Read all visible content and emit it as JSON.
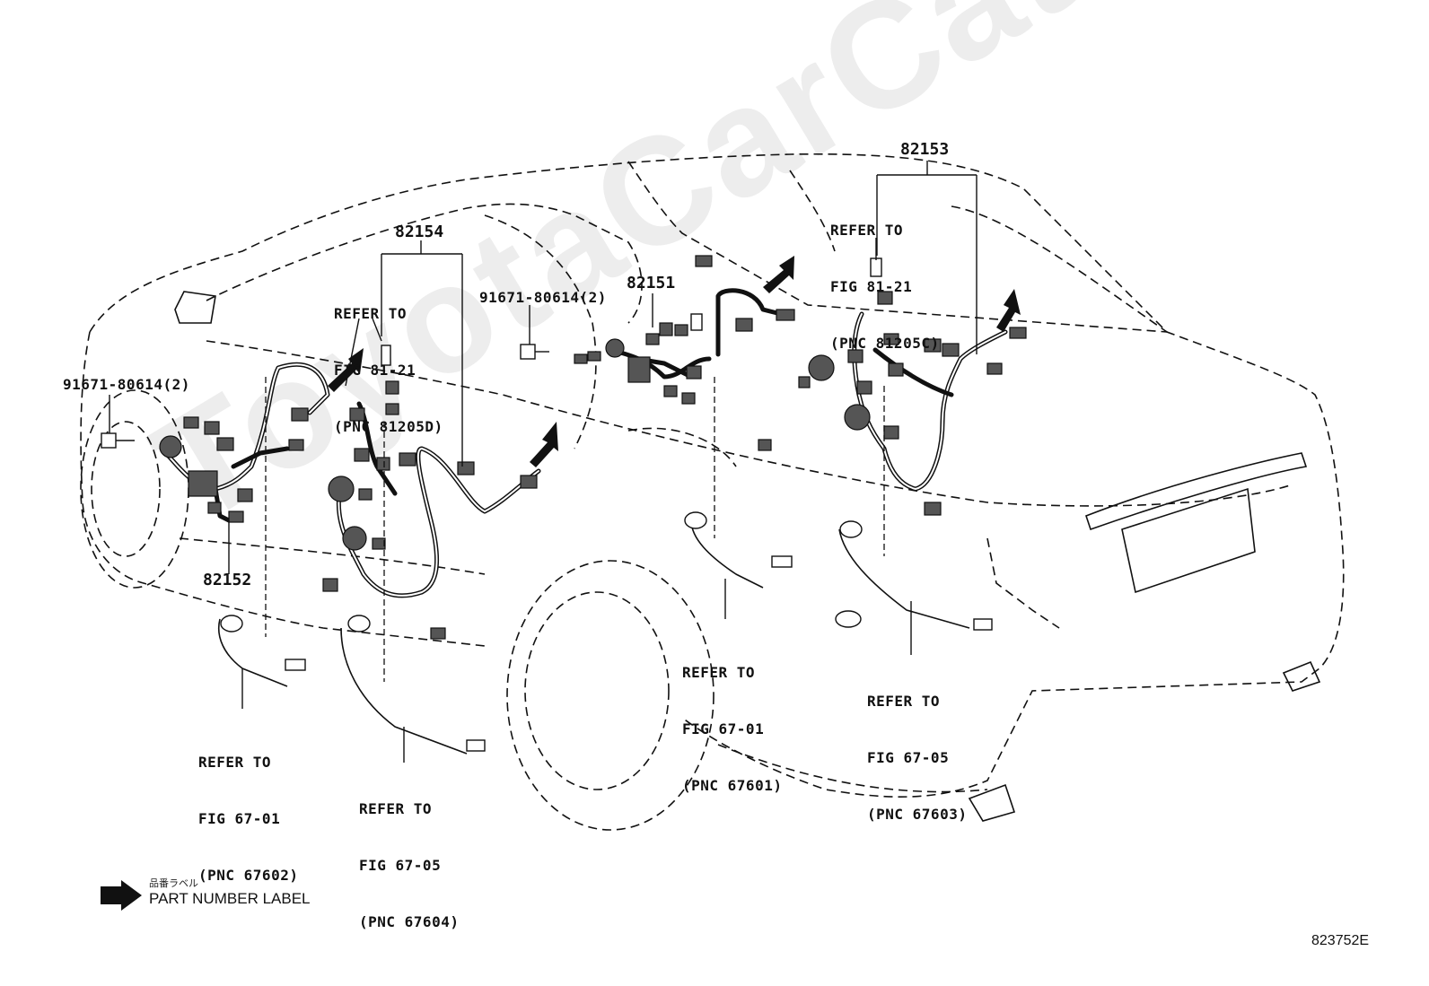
{
  "watermark": "ToyotaCarCatalogue.ru",
  "part_numbers": {
    "p82153": "82153",
    "p82154": "82154",
    "p82151": "82151",
    "p82152": "82152"
  },
  "bolts": {
    "left": "91671-80614(2)",
    "center": "91671-80614(2)"
  },
  "references": {
    "ref_81205d": {
      "line1": "REFER TO",
      "line2": "FIG 81-21",
      "line3": "(PNC 81205D)"
    },
    "ref_81205c": {
      "line1": "REFER TO",
      "line2": "FIG 81-21",
      "line3": "(PNC 81205C)"
    },
    "ref_67602": {
      "line1": "REFER TO",
      "line2": "FIG 67-01",
      "line3": "(PNC 67602)"
    },
    "ref_67604": {
      "line1": "REFER TO",
      "line2": "FIG 67-05",
      "line3": "(PNC 67604)"
    },
    "ref_67601": {
      "line1": "REFER TO",
      "line2": "FIG 67-01",
      "line3": "(PNC 67601)"
    },
    "ref_67603": {
      "line1": "REFER TO",
      "line2": "FIG 67-05",
      "line3": "(PNC 67603)"
    }
  },
  "legend": {
    "jp_label": "品番ラベル",
    "label": "PART NUMBER LABEL",
    "icon": "black-arrow-icon"
  },
  "figure_id": "823752E"
}
